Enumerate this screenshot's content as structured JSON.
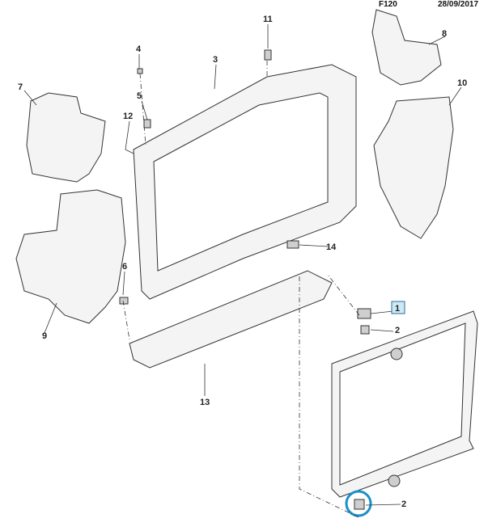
{
  "header": {
    "code": "F120",
    "date": "28/09/2017"
  },
  "callouts": {
    "p1": "1",
    "p2a": "2",
    "p2b": "2",
    "p3": "3",
    "p4": "4",
    "p5": "5",
    "p6": "6",
    "p7": "7",
    "p8": "8",
    "p9": "9",
    "p10": "10",
    "p11": "11",
    "p12": "12",
    "p13": "13",
    "p14": "14"
  },
  "colors": {
    "highlight_box": "#cde9f5",
    "highlight_circle": "#1b8fc9"
  }
}
